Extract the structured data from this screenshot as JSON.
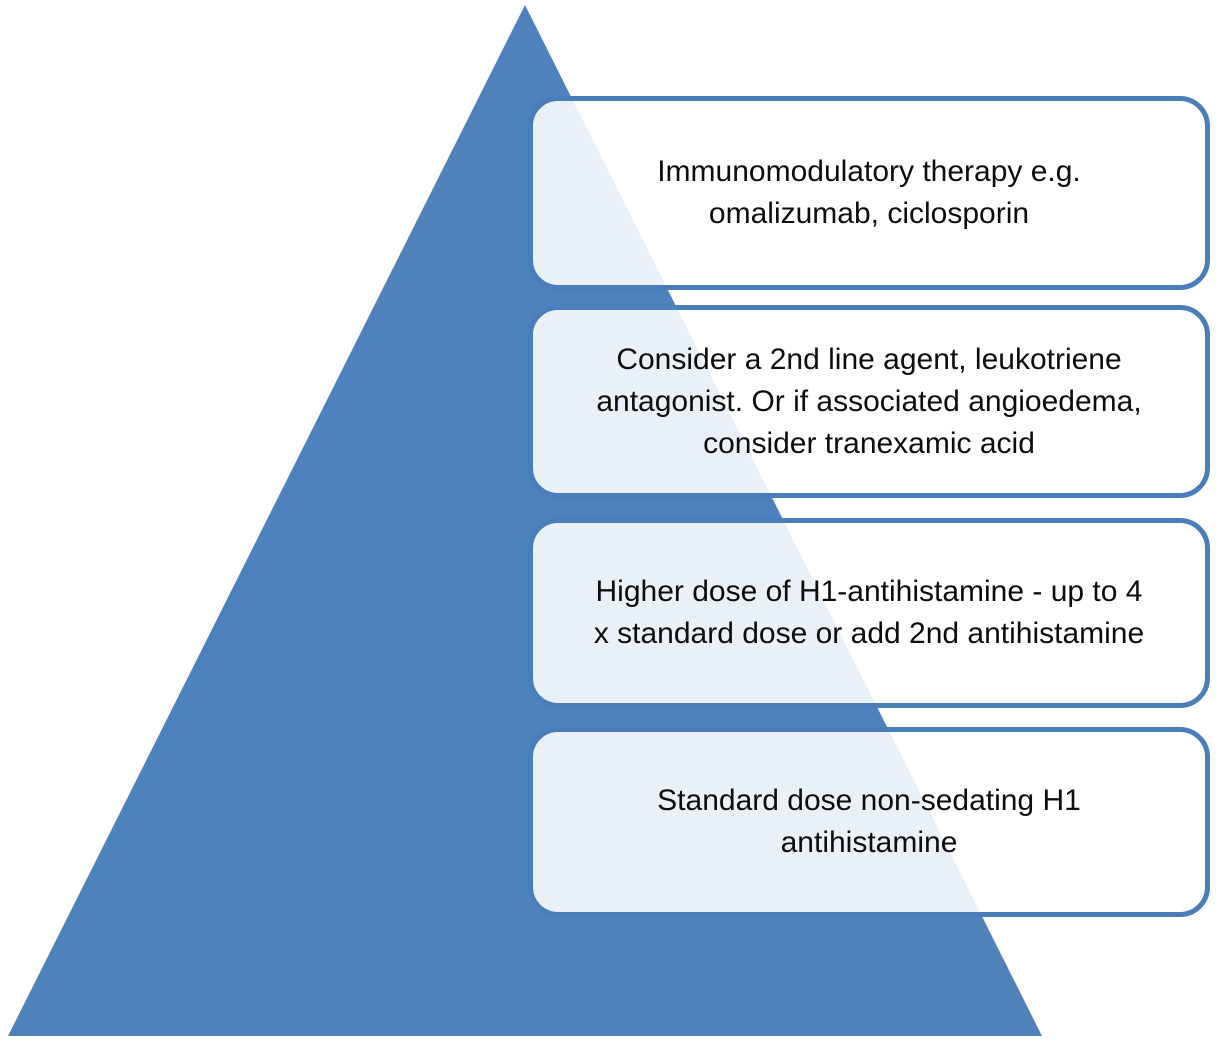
{
  "diagram": {
    "type": "pyramid",
    "description": "Stepped treatment ladder for urticaria shown as a pyramid with four tiers, most intensive therapy at the top",
    "colors": {
      "triangle_fill": "#4f81bd",
      "box_border": "#4a7ebb",
      "box_fill_over_triangle": "#eaeff8",
      "box_fill": "#ffffff",
      "text": "#0d0d0d",
      "background": "#ffffff"
    },
    "tiers": [
      {
        "level": 4,
        "position": "top",
        "text": "Immunomodulatory therapy e.g.\nomalizumab, ciclosporin"
      },
      {
        "level": 3,
        "position": "upper-middle",
        "text": "Consider a 2nd line agent, leukotriene\nantagonist. Or if associated angioedema,\nconsider tranexamic acid"
      },
      {
        "level": 2,
        "position": "lower-middle",
        "text": "Higher dose of H1-antihistamine - up to 4\nx standard dose or add 2nd antihistamine"
      },
      {
        "level": 1,
        "position": "bottom",
        "text": "Standard dose non-sedating H1\nantihistamine"
      }
    ]
  }
}
